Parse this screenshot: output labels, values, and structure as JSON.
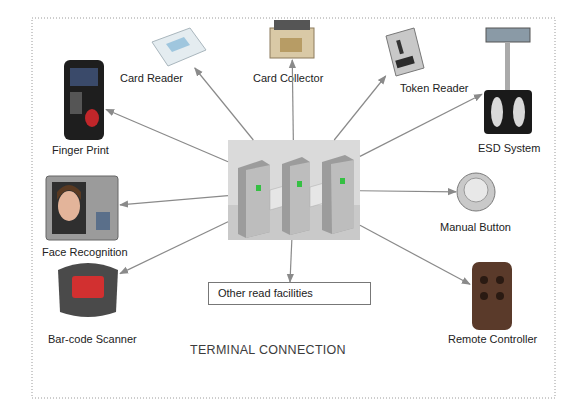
{
  "diagram": {
    "title": "TERMINAL CONNECTION",
    "nodes": [
      {
        "text": [
          "Card Reader"
        ]
      },
      {
        "text": [
          "Card Collector"
        ]
      },
      {
        "text": [
          "Token Reader"
        ]
      },
      {
        "text": [
          "Finger Print"
        ]
      },
      {
        "text": [
          "ESD System"
        ]
      },
      {
        "text": []
      },
      {
        "text": [
          "Face Recognition"
        ]
      },
      {
        "text": [
          "Manual Button"
        ]
      },
      {
        "text": [
          "Other read facilities"
        ]
      },
      {
        "text": [
          "Bar-code Scanner"
        ]
      },
      {
        "text": [
          "Remote Controller"
        ]
      }
    ],
    "edges": [
      {
        "from": 5,
        "to": 0,
        "arrow": "to"
      },
      {
        "from": 5,
        "to": 1,
        "arrow": "to"
      },
      {
        "from": 5,
        "to": 2,
        "arrow": "to"
      },
      {
        "from": 5,
        "to": 3,
        "arrow": "to"
      },
      {
        "from": 5,
        "to": 4,
        "arrow": "to"
      },
      {
        "from": 5,
        "to": 6,
        "arrow": "to"
      },
      {
        "from": 5,
        "to": 7,
        "arrow": "to"
      },
      {
        "from": 5,
        "to": 8,
        "arrow": "to"
      },
      {
        "from": 5,
        "to": 9,
        "arrow": "to"
      },
      {
        "from": 5,
        "to": 10,
        "arrow": "to"
      }
    ]
  }
}
